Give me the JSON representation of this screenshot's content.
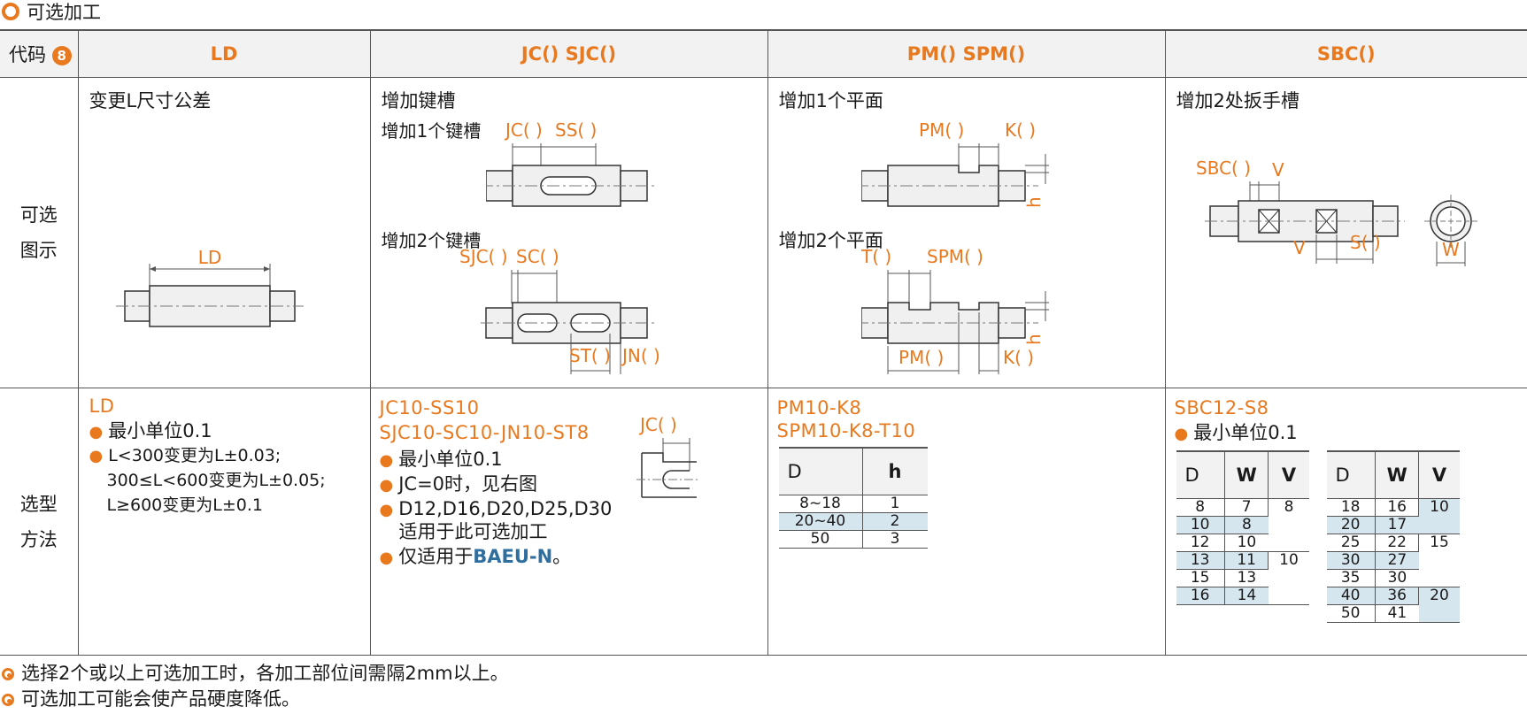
{
  "title": "可选加工",
  "header": {
    "code_label": "代码",
    "code_num": "8",
    "cols": [
      "LD",
      "JC() SJC()",
      "PM() SPM()",
      "SBC()"
    ]
  },
  "rows": {
    "figure_label": [
      "可选",
      "图示"
    ],
    "method_label": [
      "选型",
      "方法"
    ]
  },
  "ld": {
    "caption": "变更L尺寸公差",
    "dim": "LD",
    "code": "LD",
    "bullets": [
      "最小单位0.1",
      "L<300变更为L±0.03;",
      "300≤L<600变更为L±0.05;",
      "L≥600变更为L±0.1"
    ]
  },
  "jc": {
    "caption": "增加键槽",
    "sub1": "增加1个键槽",
    "sub2": "增加2个键槽",
    "lbl_jc": "JC( )",
    "lbl_ss": "SS( )",
    "lbl_sjc": "SJC( )",
    "lbl_sc": "SC( )",
    "lbl_st": "ST( )",
    "lbl_jn": "JN( )",
    "code1": "JC10-SS10",
    "code2": "SJC10-SC10-JN10-ST8",
    "bullets": [
      "最小单位0.1",
      "JC=0时，见右图",
      "D12,D16,D20,D25,D30",
      "适用于此可选加工",
      "仅适用于"
    ],
    "brand": "BAEU-N",
    "brand_suffix": "。",
    "detail_label": "JC( )"
  },
  "pm": {
    "caption1": "增加1个平面",
    "caption2": "增加2个平面",
    "lbl_pm": "PM( )",
    "lbl_k": "K( )",
    "lbl_h": "h",
    "lbl_t": "T( )",
    "lbl_spm": "SPM( )",
    "code1": "PM10-K8",
    "code2": "SPM10-K8-T10",
    "table": {
      "head": [
        "D",
        "h"
      ],
      "rows": [
        [
          "8~18",
          "1"
        ],
        [
          "20~40",
          "2"
        ],
        [
          "50",
          "3"
        ]
      ]
    }
  },
  "sbc": {
    "caption": "增加2处扳手槽",
    "lbl_sbc": "SBC( )",
    "lbl_v": "V",
    "lbl_s": "S( )",
    "lbl_w": "W",
    "code": "SBC12-S8",
    "bullet": "最小单位0.1",
    "table_head": [
      "D",
      "W",
      "V"
    ],
    "t1": [
      [
        "8",
        "7"
      ],
      [
        "10",
        "8"
      ],
      [
        "12",
        "10"
      ],
      [
        "13",
        "11"
      ],
      [
        "15",
        "13"
      ],
      [
        "16",
        "14"
      ]
    ],
    "t1v": [
      "8",
      "10"
    ],
    "t2": [
      [
        "18",
        "16"
      ],
      [
        "20",
        "17"
      ],
      [
        "25",
        "22"
      ],
      [
        "30",
        "27"
      ],
      [
        "35",
        "30"
      ],
      [
        "40",
        "36"
      ],
      [
        "50",
        "41"
      ]
    ],
    "t2v": [
      "10",
      "15",
      "20"
    ]
  },
  "notes": [
    "选择2个或以上可选加工时，各加工部位间需隔2mm以上。",
    "可选加工可能会使产品硬度降低。"
  ],
  "colors": {
    "accent": "#e8791f",
    "brand": "#2f6f9f",
    "shade": "#d6e6ef"
  }
}
